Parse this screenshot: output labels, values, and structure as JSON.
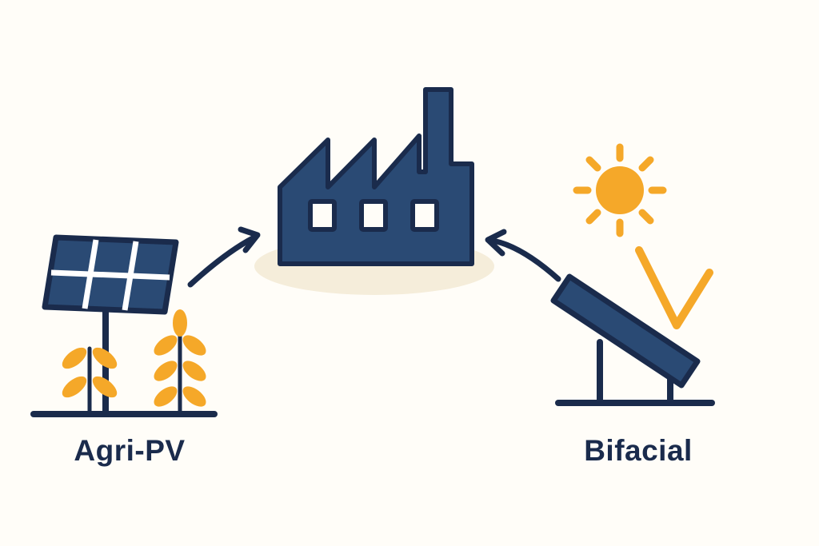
{
  "theme": {
    "background": "#fffdf8",
    "navy": "#1a2b4c",
    "blue": "#2a4a74",
    "yellow": "#f5a829",
    "cream": "#f5edda",
    "white": "#ffffff"
  },
  "diagram": {
    "left_label": "Agri-PV",
    "right_label": "Bifacial",
    "icons": {
      "left": "agri-pv-solar-panel-over-crops-icon",
      "center": "factory-icon",
      "right": "bifacial-tilted-panel-with-sun-icon",
      "arrows": [
        "agripv-to-factory-arrow",
        "bifacial-to-factory-arrow"
      ],
      "extras": [
        "sun-icon",
        "wheat-icon",
        "reflection-ray-icon",
        "factory-shadow"
      ]
    }
  }
}
